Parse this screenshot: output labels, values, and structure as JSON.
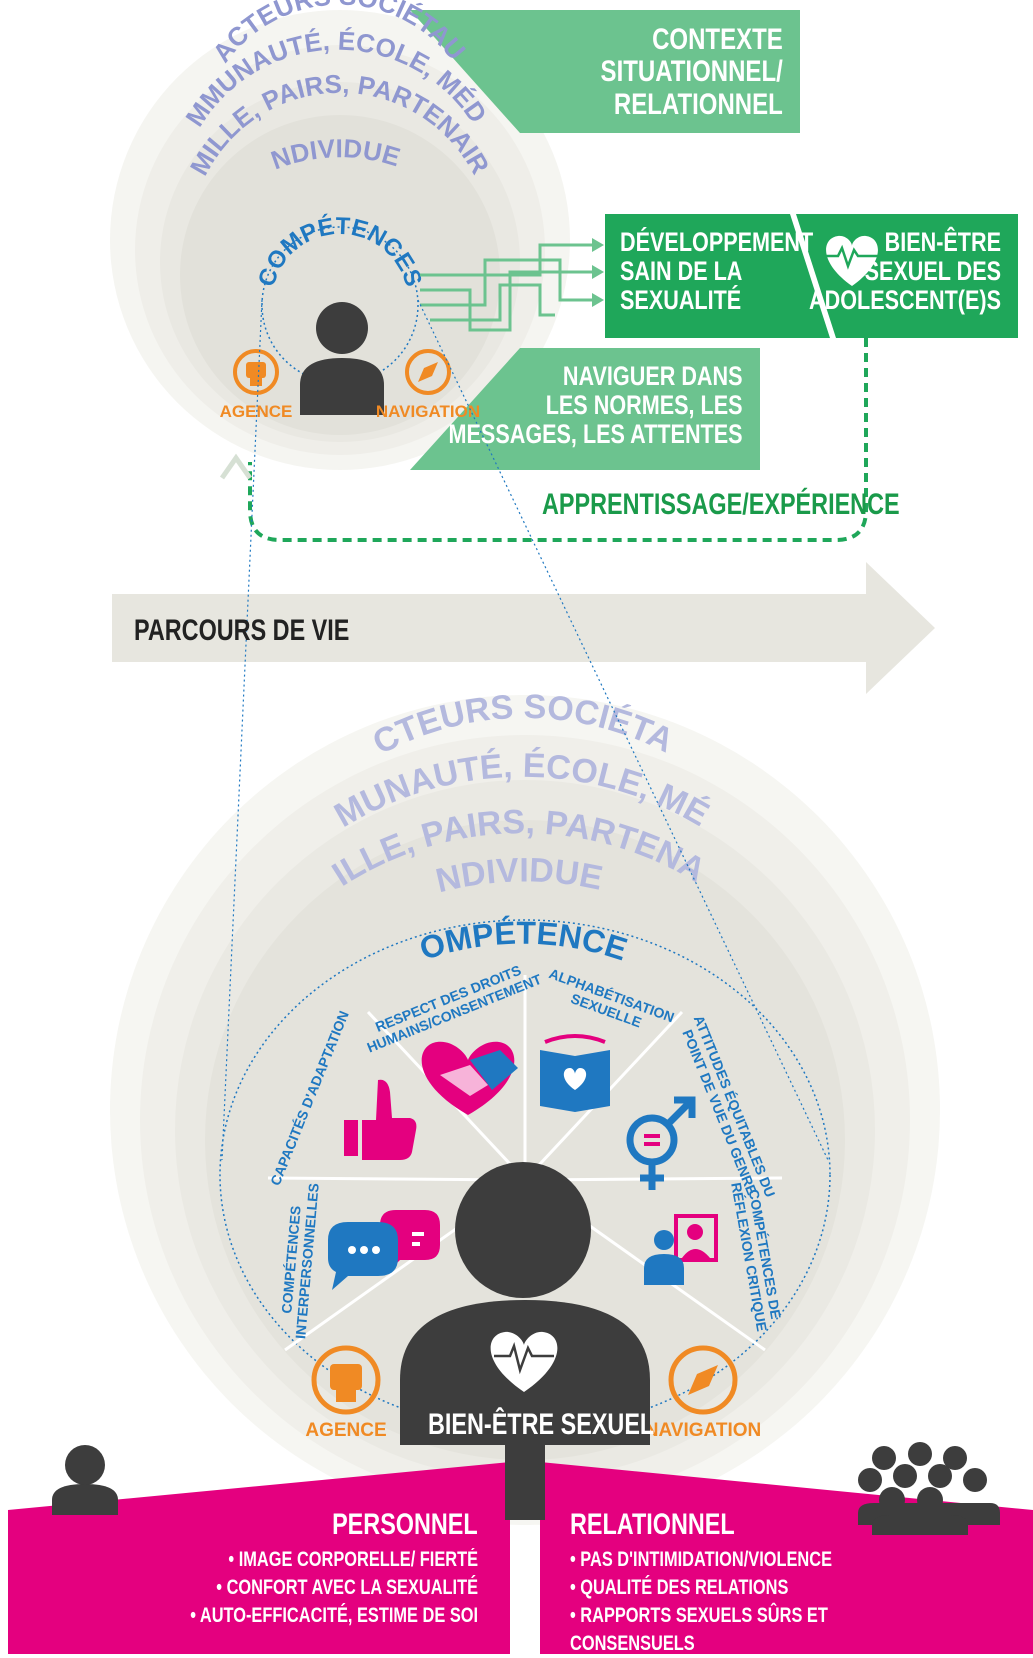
{
  "top": {
    "rings": [
      "FACTEURS SOCIÉTAUX",
      "COMMUNAUTÉ, ÉCOLE, MÉDIAS",
      "FAMILLE, PAIRS, PARTENAIRES",
      "INDIVIDUEL"
    ],
    "competences": "COMPÉTENCES",
    "agence": "AGENCE",
    "navigation": "NAVIGATION",
    "contexte": [
      "CONTEXTE",
      "SITUATIONNEL/",
      "RELATIONNEL"
    ],
    "developpement": [
      "DÉVELOPPEMENT",
      "SAIN DE LA",
      "SEXUALITÉ"
    ],
    "bien_etre": [
      "BIEN-ÊTRE",
      "SEXUEL DES",
      "ADOLESCENT(E)S"
    ],
    "naviguer": [
      "NAVIGUER DANS",
      "LES NORMES, LES",
      "MESSAGES, LES ATTENTES"
    ],
    "apprentissage": "APPRENTISSAGE/EXPÉRIENCE"
  },
  "parcours": "PARCOURS DE VIE",
  "bottom": {
    "rings": [
      "FACTEURS SOCIÉTAUX",
      "COMMUNAUTÉ, ÉCOLE, MÉDIAS",
      "FAMILLE, PAIRS, PARTENAIRES",
      "INDIVIDUEL"
    ],
    "competences": "COMPÉTENCES",
    "segments": {
      "respect": [
        "RESPECT DES DROITS",
        "HUMAINS/CONSENTEMENT"
      ],
      "alphabetisation": [
        "ALPHABÉTISATION",
        "SEXUELLE"
      ],
      "attitudes": [
        "ATTITUDES ÉQUITABLES DU",
        "POINT DE VUE DU GENRE"
      ],
      "reflexion": [
        "COMPÉTENCES DE",
        "RÉFLEXION CRITIQUE"
      ],
      "adaptation": [
        "CAPACITÉS D'ADAPTATION"
      ],
      "interpersonnelles": [
        "COMPÉTENCES",
        "INTERPERSONNELLES"
      ]
    },
    "agence": "AGENCE",
    "navigation": "NAVIGATION",
    "bien_etre": "BIEN-ÊTRE SEXUEL"
  },
  "personnel": {
    "title": "PERSONNEL",
    "items": [
      "• IMAGE CORPORELLE/ FIERTÉ",
      "• CONFORT AVEC LA SEXUALITÉ",
      "• AUTO-EFFICACITÉ, ESTIME DE SOI"
    ]
  },
  "relationnel": {
    "title": "RELATIONNEL",
    "items": [
      "• PAS D'INTIMIDATION/VIOLENCE",
      "• QUALITÉ DES RELATIONS",
      "• RAPPORTS SEXUELS SÛRS ET CONSENSUELS"
    ]
  },
  "colors": {
    "green_light": "#6cc38f",
    "green_dark": "#1fa75a",
    "green_text": "#1a9a4a",
    "lavender": "#8f97d0",
    "blue": "#1f78c1",
    "orange": "#f08a24",
    "magenta": "#e4007f",
    "dark": "#3d3d3d",
    "beige": "#e7e6df"
  },
  "icons": [
    "person-icon",
    "fist-icon",
    "compass-icon",
    "heart-pulse-icon",
    "handshake-heart-icon",
    "book-heart-icon",
    "gender-symbol-icon",
    "mirror-reflection-icon",
    "thumbs-up-icon",
    "speech-bubbles-icon",
    "group-icon",
    "arrow-up-icon"
  ]
}
